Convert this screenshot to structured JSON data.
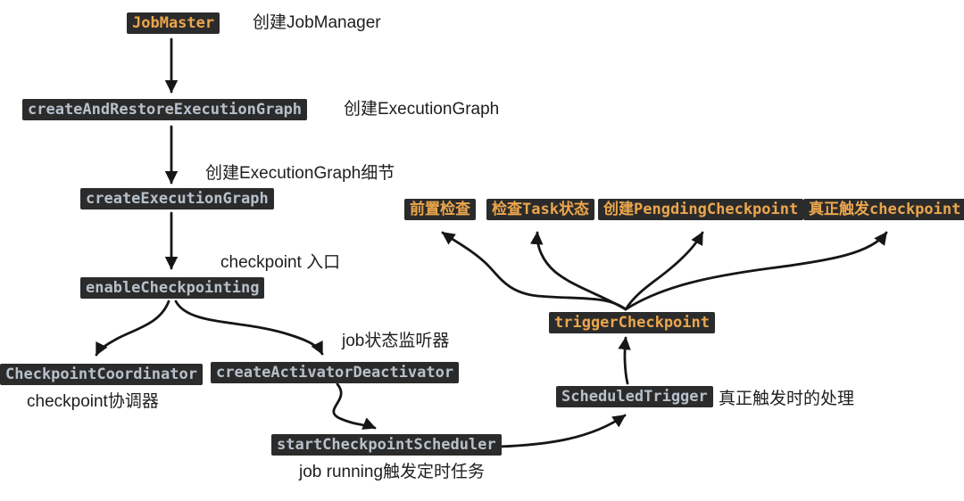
{
  "diagram": {
    "title": "Flink checkpoint trigger flow",
    "colors": {
      "background": "#ffffff",
      "box_bg": "#2b2b2b",
      "code_text": "#b7c1cb",
      "highlight_text": "#eba64d",
      "annotation_text": "#1e1e1e",
      "arrow": "#161616"
    },
    "nodes": {
      "job_master": {
        "text": "JobMaster",
        "style": "highlight"
      },
      "create_and_restore": {
        "text": "createAndRestoreExecutionGraph",
        "style": "code"
      },
      "create_execution_graph": {
        "text": "createExecutionGraph",
        "style": "code"
      },
      "enable_checkpointing": {
        "text": "enableCheckpointing",
        "style": "code"
      },
      "checkpoint_coordinator": {
        "text": "CheckpointCoordinator",
        "style": "code"
      },
      "create_activator_deactivator": {
        "text": "createActivatorDeactivator",
        "style": "code"
      },
      "start_checkpoint_scheduler": {
        "text": "startCheckpointScheduler",
        "style": "code"
      },
      "scheduled_trigger": {
        "text": "ScheduledTrigger",
        "style": "code"
      },
      "trigger_checkpoint": {
        "text": "triggerCheckpoint",
        "style": "highlight"
      },
      "pre_check": {
        "text": "前置检查",
        "style": "highlight"
      },
      "check_task_state": {
        "text": "检查Task状态",
        "style": "highlight"
      },
      "create_pengding_checkpoint": {
        "text": "创建PengdingCheckpoint",
        "style": "highlight"
      },
      "really_trigger_checkpoint": {
        "text": "真正触发checkpoint",
        "style": "highlight"
      }
    },
    "annotations": {
      "create_job_manager": "创建JobManager",
      "create_execution_graph": "创建ExecutionGraph",
      "create_execution_graph_detail": "创建ExecutionGraph细节",
      "checkpoint_entry": "checkpoint 入口",
      "checkpoint_coordinator_desc": "checkpoint协调器",
      "job_state_listener": "job状态监听器",
      "job_running_timer": "job running触发定时任务",
      "real_trigger_handling": "真正触发时的处理"
    },
    "edges": [
      {
        "from": "job_master",
        "to": "create_and_restore"
      },
      {
        "from": "create_and_restore",
        "to": "create_execution_graph"
      },
      {
        "from": "create_execution_graph",
        "to": "enable_checkpointing"
      },
      {
        "from": "enable_checkpointing",
        "to": "checkpoint_coordinator"
      },
      {
        "from": "enable_checkpointing",
        "to": "create_activator_deactivator"
      },
      {
        "from": "create_activator_deactivator",
        "to": "start_checkpoint_scheduler"
      },
      {
        "from": "start_checkpoint_scheduler",
        "to": "scheduled_trigger"
      },
      {
        "from": "scheduled_trigger",
        "to": "trigger_checkpoint"
      },
      {
        "from": "trigger_checkpoint",
        "to": "pre_check"
      },
      {
        "from": "trigger_checkpoint",
        "to": "check_task_state"
      },
      {
        "from": "trigger_checkpoint",
        "to": "create_pengding_checkpoint"
      },
      {
        "from": "trigger_checkpoint",
        "to": "really_trigger_checkpoint"
      }
    ]
  }
}
